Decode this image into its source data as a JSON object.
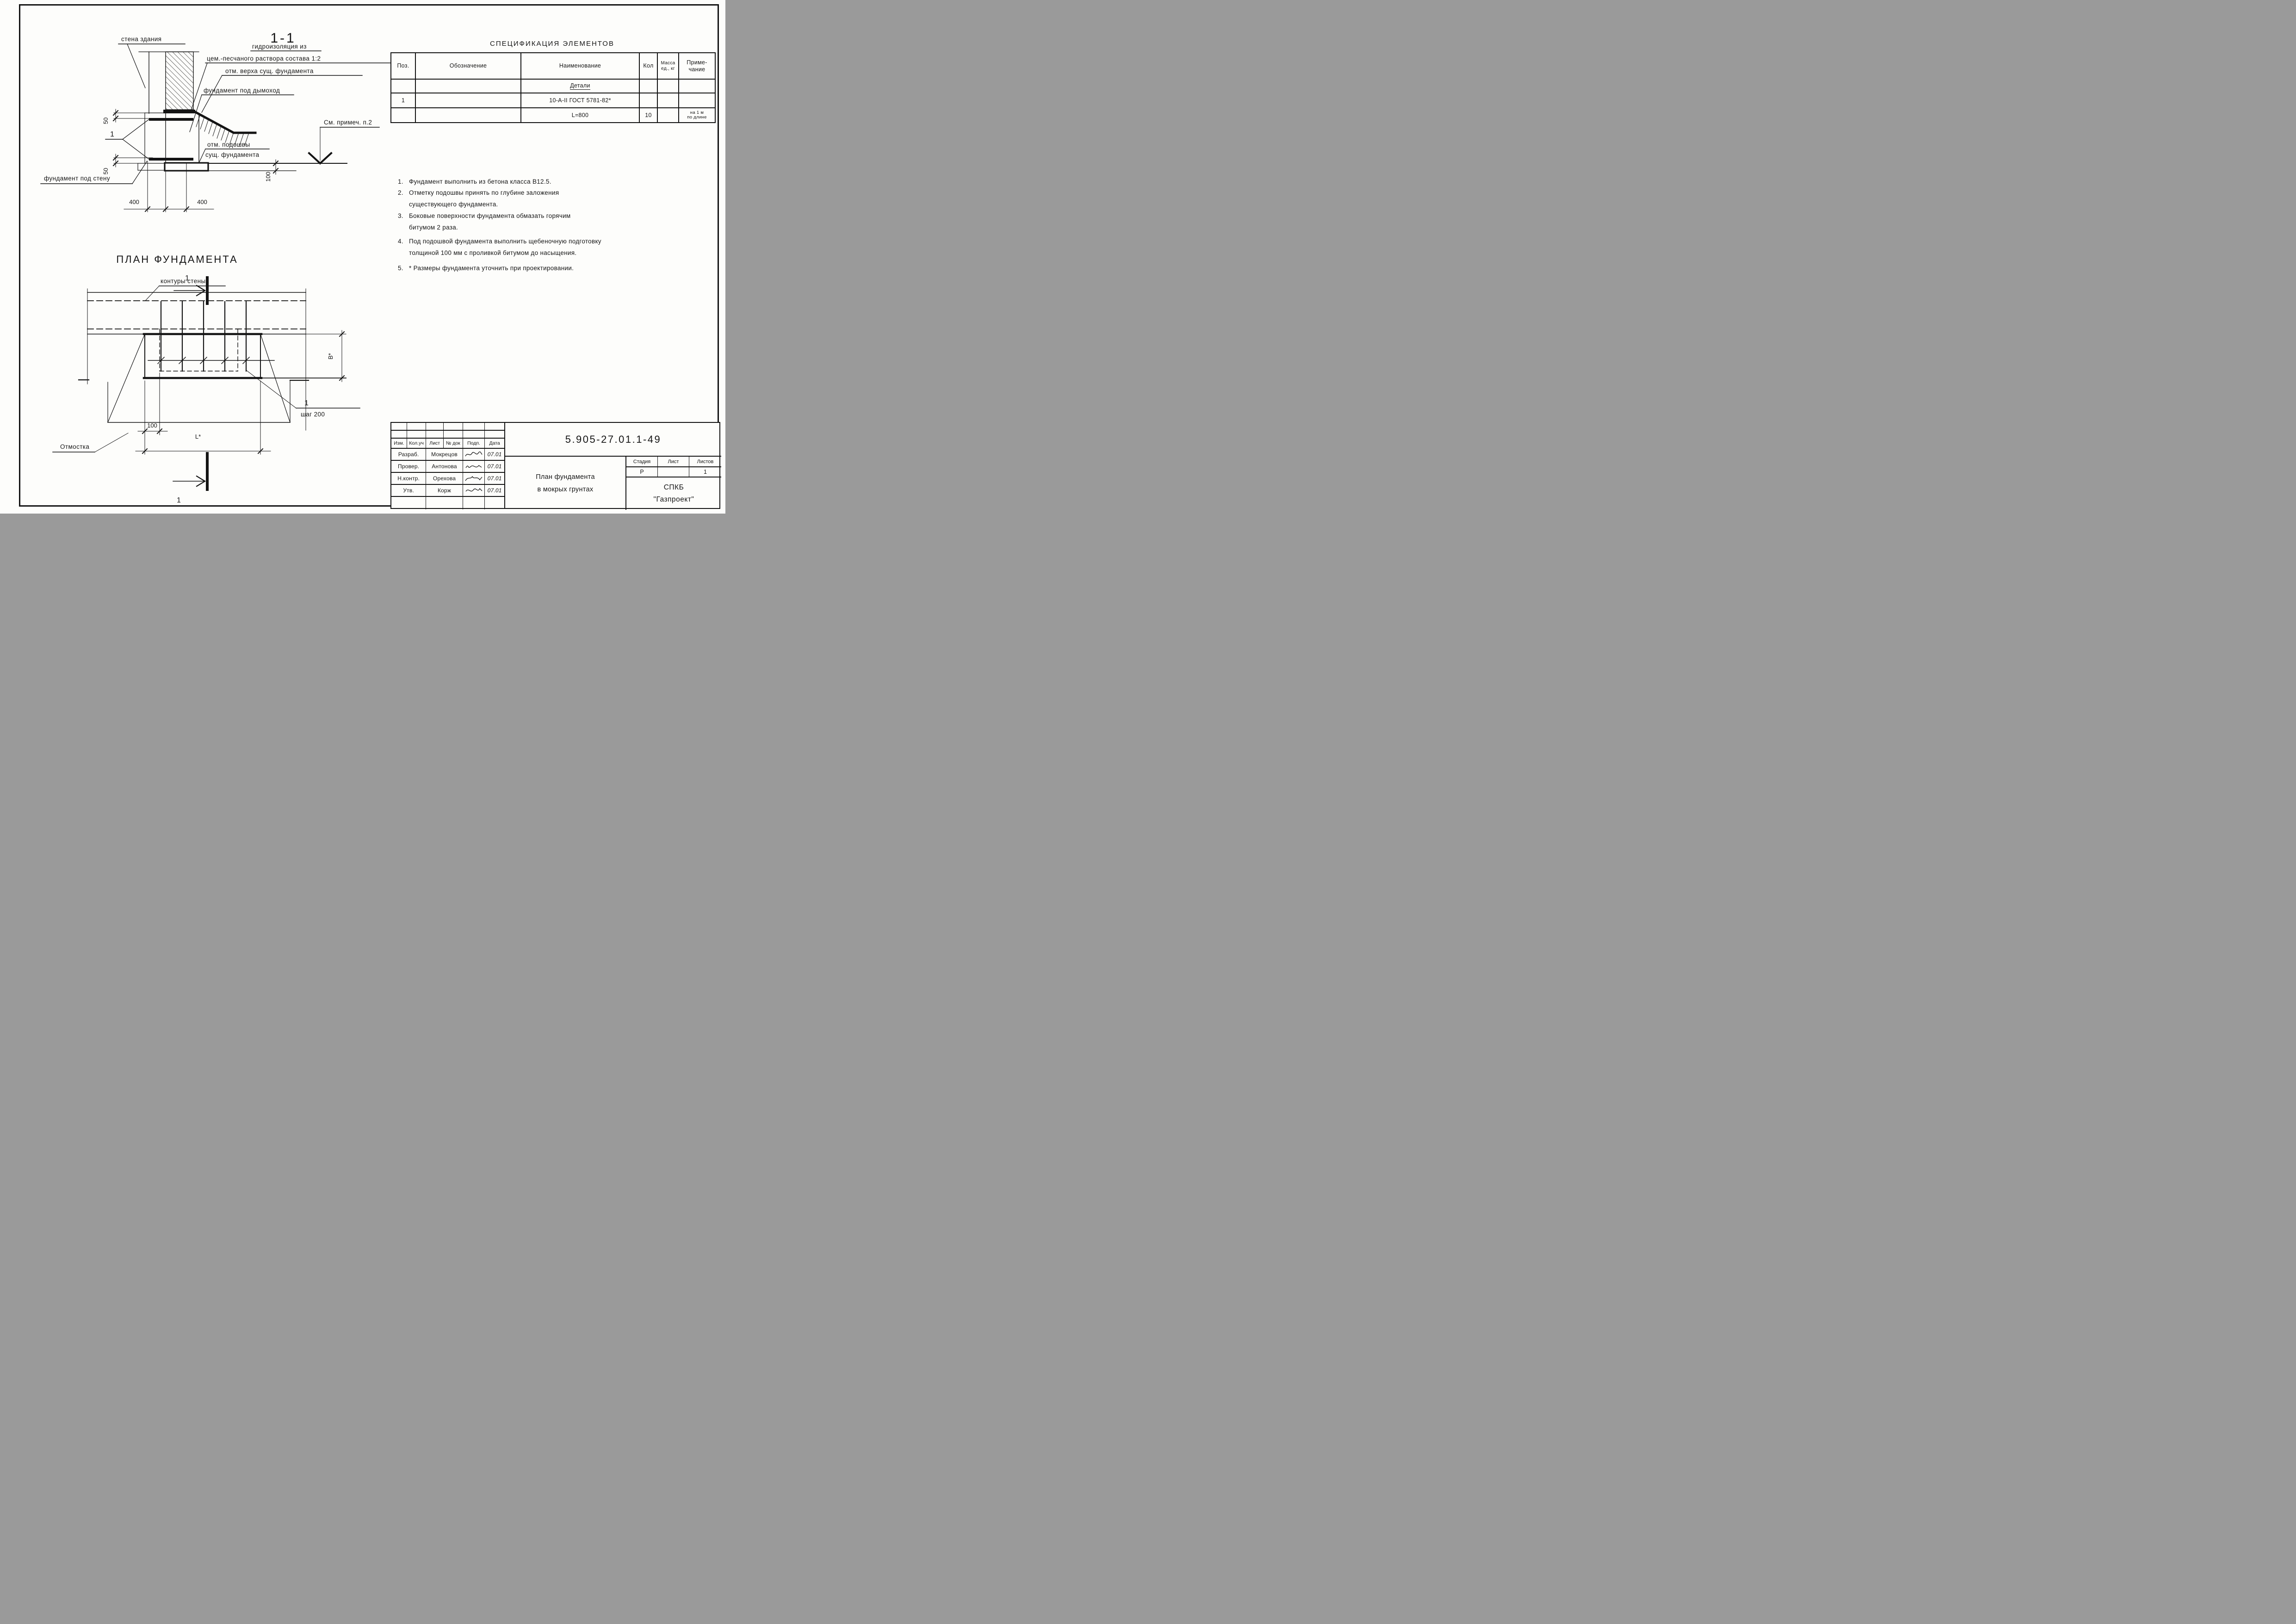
{
  "colors": {
    "ink": "#141414",
    "paper": "#fdfdfb"
  },
  "sec": {
    "title": "1-1",
    "wall": "стена здания",
    "wp1": "гидроизоляция из",
    "wp2": "цем.-песчаного раствора состава 1:2",
    "top_level": "отм. верха сущ. фундамента",
    "chimney": "фундамент под дымоход",
    "see_note": "См. примеч. п.2",
    "sole1": "отм. подошвы",
    "sole2": "сущ. фундамента",
    "wall_found": "фундамент под стену",
    "rebar_mark": "1",
    "d50": "50",
    "d100": "100",
    "d400": "400"
  },
  "plan": {
    "title": "ПЛАН ФУНДАМЕНТА",
    "contours": "контуры стены",
    "apron": "Отмостка",
    "mark1": "1",
    "step": "шаг 200",
    "dB": "В*",
    "dL": "L*",
    "d100": "100"
  },
  "spec": {
    "title": "СПЕЦИФИКАЦИЯ ЭЛЕМЕНТОВ",
    "headers": {
      "pos": "Поз.",
      "designation": "Обозначение",
      "name": "Наименование",
      "qty": "Кол",
      "mass1": "Масса",
      "mass2": "ед., кг",
      "note1": "Приме-",
      "note2": "чание"
    },
    "rows": {
      "r1": {
        "name": "Детали"
      },
      "r2": {
        "pos": "1",
        "name": "10-А-II  ГОСТ 5781-82*"
      },
      "r3": {
        "name": "L=800",
        "qty": "10",
        "note1": "на 1 м",
        "note2": "по длине"
      }
    }
  },
  "notes": [
    {
      "num": "1.",
      "l1": "Фундамент выполнить из бетона класса В12.5.",
      "l2": ""
    },
    {
      "num": "2.",
      "l1": "Отметку подошвы принять по глубине заложения",
      "l2": "существующего фундамента."
    },
    {
      "num": "3.",
      "l1": "Боковые поверхности фундамента обмазать горячим",
      "l2": "битумом 2 раза."
    },
    {
      "num": "4.",
      "l1": "Под подошвой фундамента выполнить щебеночную подготовку",
      "l2": "толщиной 100 мм с проливкой битумом до насыщения."
    },
    {
      "num": "5.",
      "l1": "* Размеры фундамента уточнить при проектировании.",
      "l2": ""
    }
  ],
  "tblock": {
    "doc_number": "5.905-27.01.1-49",
    "cols": {
      "c1": "Изм.",
      "c2": "Кол.уч",
      "c3": "Лист",
      "c4": "№ док",
      "c5": "Подп.",
      "c6": "Дата"
    },
    "rows": [
      {
        "role": "Разраб.",
        "name": "Мокрецов",
        "date": "07.01"
      },
      {
        "role": "Провер.",
        "name": "Антонова",
        "date": "07.01"
      },
      {
        "role": "Н.контр.",
        "name": "Орехова",
        "date": "07.01"
      },
      {
        "role": "Утв.",
        "name": "Корж",
        "date": "07.01"
      }
    ],
    "subject1": "План фундамента",
    "subject2": "в мокрых грунтах",
    "stage_label": "Стадия",
    "sheet_label": "Лист",
    "sheets_label": "Листов",
    "stage_value": "Р",
    "sheet_value": "",
    "sheets_value": "1",
    "org1": "СПКБ",
    "org2": "\"Газпроект\""
  }
}
